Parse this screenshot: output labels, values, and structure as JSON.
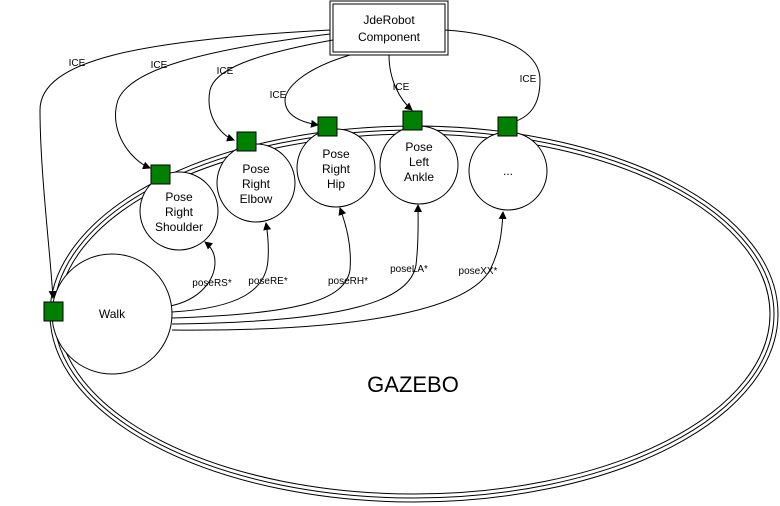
{
  "component": {
    "line1": "JdeRobot",
    "line2": "Component"
  },
  "environment": {
    "label": "GAZEBO"
  },
  "nodes": [
    {
      "key": "walk",
      "lines": [
        "Walk"
      ]
    },
    {
      "key": "rs",
      "lines": [
        "Pose",
        "Right",
        "Shoulder"
      ]
    },
    {
      "key": "re",
      "lines": [
        "Pose",
        "Right",
        "Elbow"
      ]
    },
    {
      "key": "rh",
      "lines": [
        "Pose",
        "Right",
        "Hip"
      ]
    },
    {
      "key": "la",
      "lines": [
        "Pose",
        "Left",
        "Ankle"
      ]
    },
    {
      "key": "xx",
      "lines": [
        "..."
      ]
    }
  ],
  "ice_labels": [
    "ICE",
    "ICE",
    "ICE",
    "ICE",
    "ICE",
    "ICE"
  ],
  "pose_edges": [
    "poseRS*",
    "poseRE*",
    "poseRH*",
    "poseLA*",
    "poseXX*"
  ],
  "colors": {
    "port": "#008000",
    "stroke": "#000000"
  }
}
